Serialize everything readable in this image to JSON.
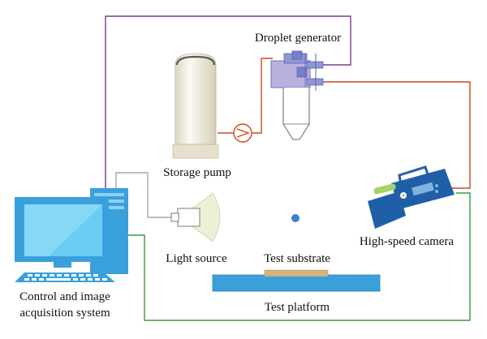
{
  "labels": {
    "droplet_generator": "Droplet generator",
    "storage_pump": "Storage pump",
    "light_source": "Light source",
    "test_substrate": "Test substrate",
    "high_speed_camera": "High-speed camera",
    "control_line1": "Control and image",
    "control_line2": "acquisition system",
    "test_platform": "Test platform"
  },
  "colors": {
    "purple_wire": "#7a3b8f",
    "red_wire": "#c8491e",
    "green_wire": "#3c9a42",
    "gray_wire": "#a8a8a0",
    "computer": "#3aa0db",
    "screen": "#5cc4ee",
    "camera": "#1f5fa8",
    "platform": "#3b9fd9",
    "substrate": "#d2b485",
    "droplet": "#3b7fd0",
    "light_shade": "#eef0d6",
    "tank": "#f1eedf"
  },
  "icons": [
    "computer-icon",
    "storage-tank-icon",
    "pump-icon",
    "droplet-generator-icon",
    "light-source-icon",
    "camera-icon",
    "platform-icon",
    "substrate-icon",
    "droplet-icon"
  ]
}
